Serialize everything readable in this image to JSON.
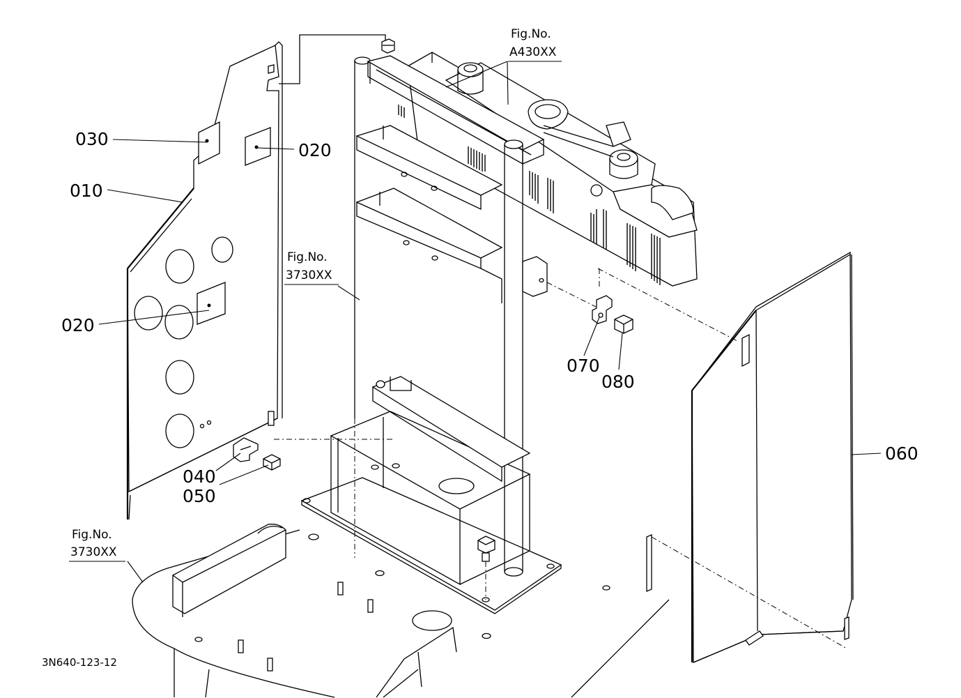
{
  "callouts": {
    "c030": "030",
    "c020a": "020",
    "c010": "010",
    "c020b": "020",
    "c040": "040",
    "c050": "050",
    "c070": "070",
    "c080": "080",
    "c060": "060"
  },
  "fig_refs": {
    "top_right": {
      "label": "Fig.No.",
      "number": "A430XX"
    },
    "center": {
      "label": "Fig.No.",
      "number": "3730XX"
    },
    "bottom_left": {
      "label": "Fig.No.",
      "number": "3730XX"
    }
  },
  "drawing_id": "3N640-123-12"
}
